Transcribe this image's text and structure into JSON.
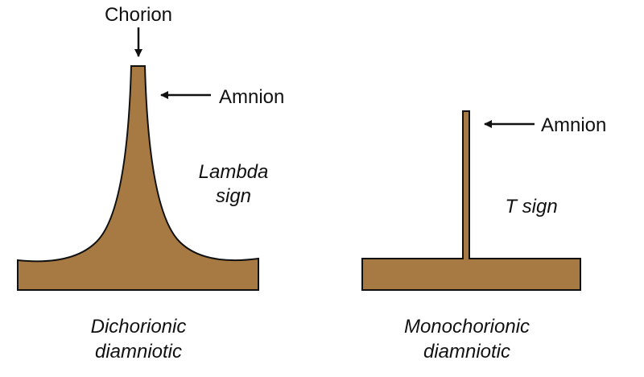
{
  "colors": {
    "membrane_fill": "#a87a43",
    "stroke": "#111111",
    "background": "#ffffff"
  },
  "left_panel": {
    "chorion_label": "Chorion",
    "amnion_label": "Amnion",
    "sign_line1": "Lambda",
    "sign_line2": "sign",
    "caption_line1": "Dichorionic",
    "caption_line2": "diamniotic"
  },
  "right_panel": {
    "amnion_label": "Amnion",
    "sign_label": "T sign",
    "caption_line1": "Monochorionic",
    "caption_line2": "diamniotic"
  }
}
